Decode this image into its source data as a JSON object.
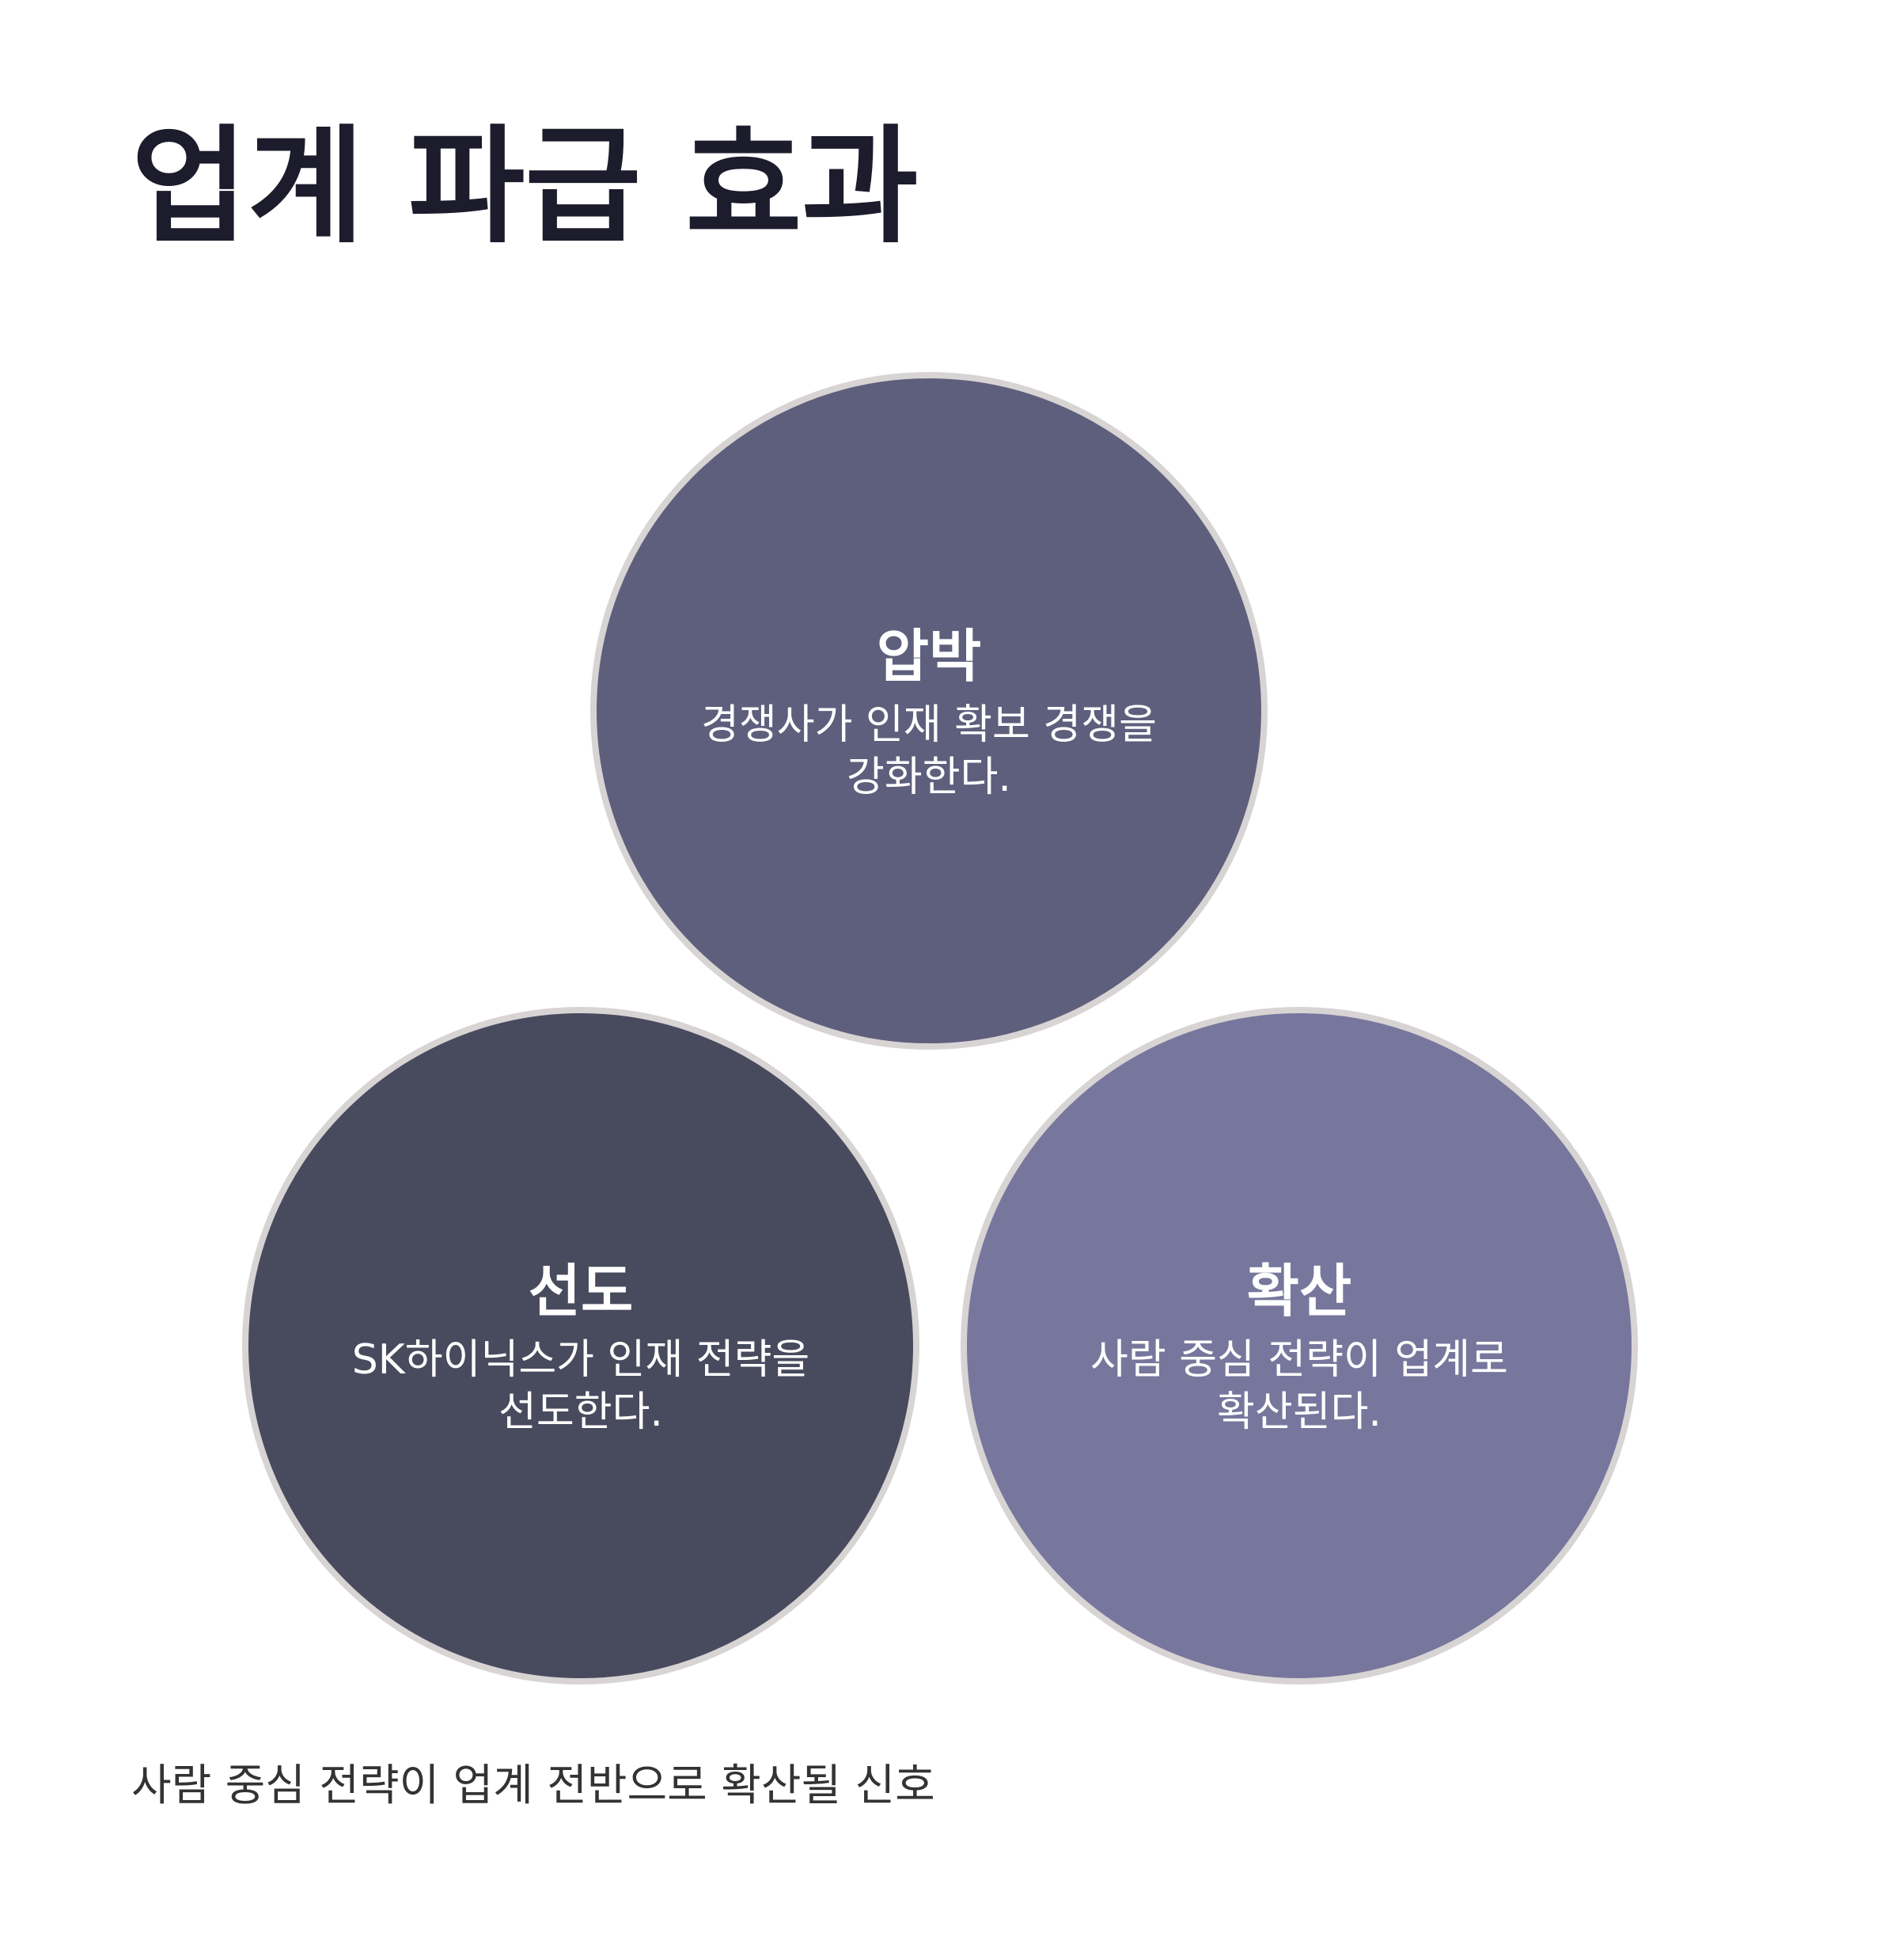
{
  "title": "업계 파급 효과",
  "circles": [
    {
      "title": "압박",
      "description": "경쟁사가 인재 확보 경쟁을 강화한다.",
      "color": "#5e5f7d"
    },
    {
      "title": "선도",
      "description": "SK하이닉스가 인재 전략을 선도한다.",
      "color": "#484a5d"
    },
    {
      "title": "확산",
      "description": "사람 중심 전략이 업계로 확산된다.",
      "color": "#77779d"
    }
  ],
  "footer": "사람 중심 전략이 업계 전반으로 확산될 신호"
}
